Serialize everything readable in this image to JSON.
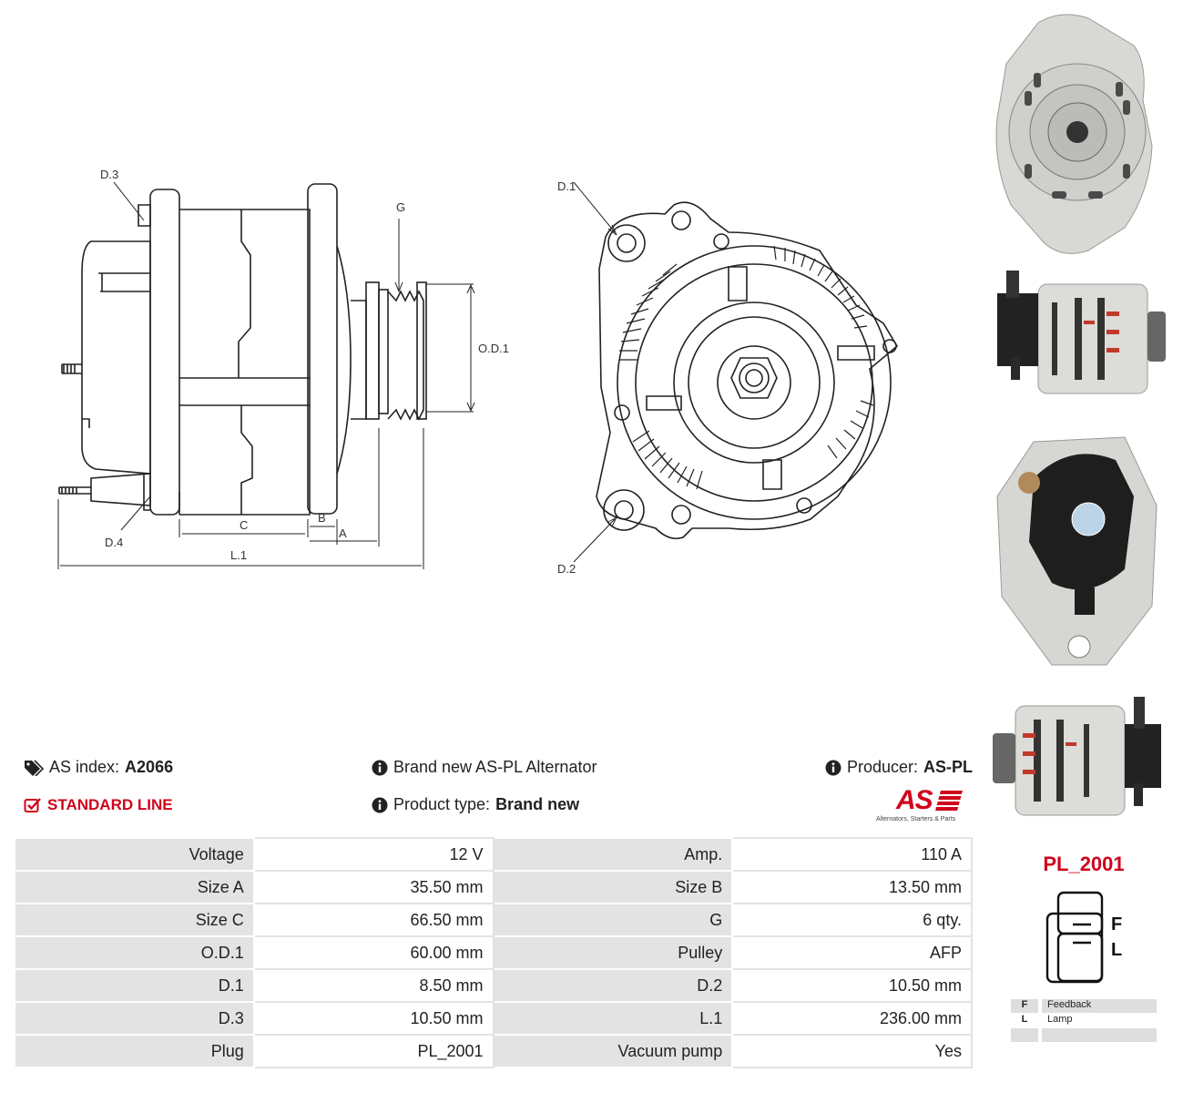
{
  "diagram_labels": {
    "d3": "D.3",
    "d4": "D.4",
    "g": "G",
    "od1": "O.D.1",
    "c": "C",
    "b": "B",
    "a": "A",
    "l1": "L.1",
    "d1": "D.1",
    "d2": "D.2"
  },
  "info": {
    "as_index_label": "AS index:",
    "as_index_value": "A2066",
    "line": "STANDARD LINE",
    "brand": "Brand new AS-PL Alternator",
    "product_type_label": "Product type:",
    "product_type_value": "Brand new",
    "producer_label": "Producer:",
    "producer_value": "AS-PL",
    "logo_text": "AS",
    "logo_tagline": "Alternators, Starters & Parts"
  },
  "specs": [
    {
      "l1": "Voltage",
      "v1": "12 V",
      "l2": "Amp.",
      "v2": "110 A"
    },
    {
      "l1": "Size A",
      "v1": "35.50 mm",
      "l2": "Size B",
      "v2": "13.50 mm"
    },
    {
      "l1": "Size C",
      "v1": "66.50 mm",
      "l2": "G",
      "v2": "6 qty."
    },
    {
      "l1": "O.D.1",
      "v1": "60.00 mm",
      "l2": "Pulley",
      "v2": "AFP"
    },
    {
      "l1": "D.1",
      "v1": "8.50 mm",
      "l2": "D.2",
      "v2": "10.50 mm"
    },
    {
      "l1": "D.3",
      "v1": "10.50 mm",
      "l2": "L.1",
      "v2": "236.00 mm"
    },
    {
      "l1": "Plug",
      "v1": "PL_2001",
      "l2": "Vacuum pump",
      "v2": "Yes"
    }
  ],
  "plug": {
    "title": "PL_2001",
    "pin_f": "F",
    "pin_l": "L",
    "legend": [
      {
        "key": "F",
        "value": "Feedback"
      },
      {
        "key": "L",
        "value": "Lamp"
      },
      {
        "key": "",
        "value": ""
      },
      {
        "key": "",
        "value": ""
      }
    ]
  },
  "colors": {
    "accent": "#d0021b",
    "table_label_bg": "#e3e3e3"
  },
  "icons": [
    "tag-icon",
    "info-icon",
    "checkbox-icon"
  ]
}
